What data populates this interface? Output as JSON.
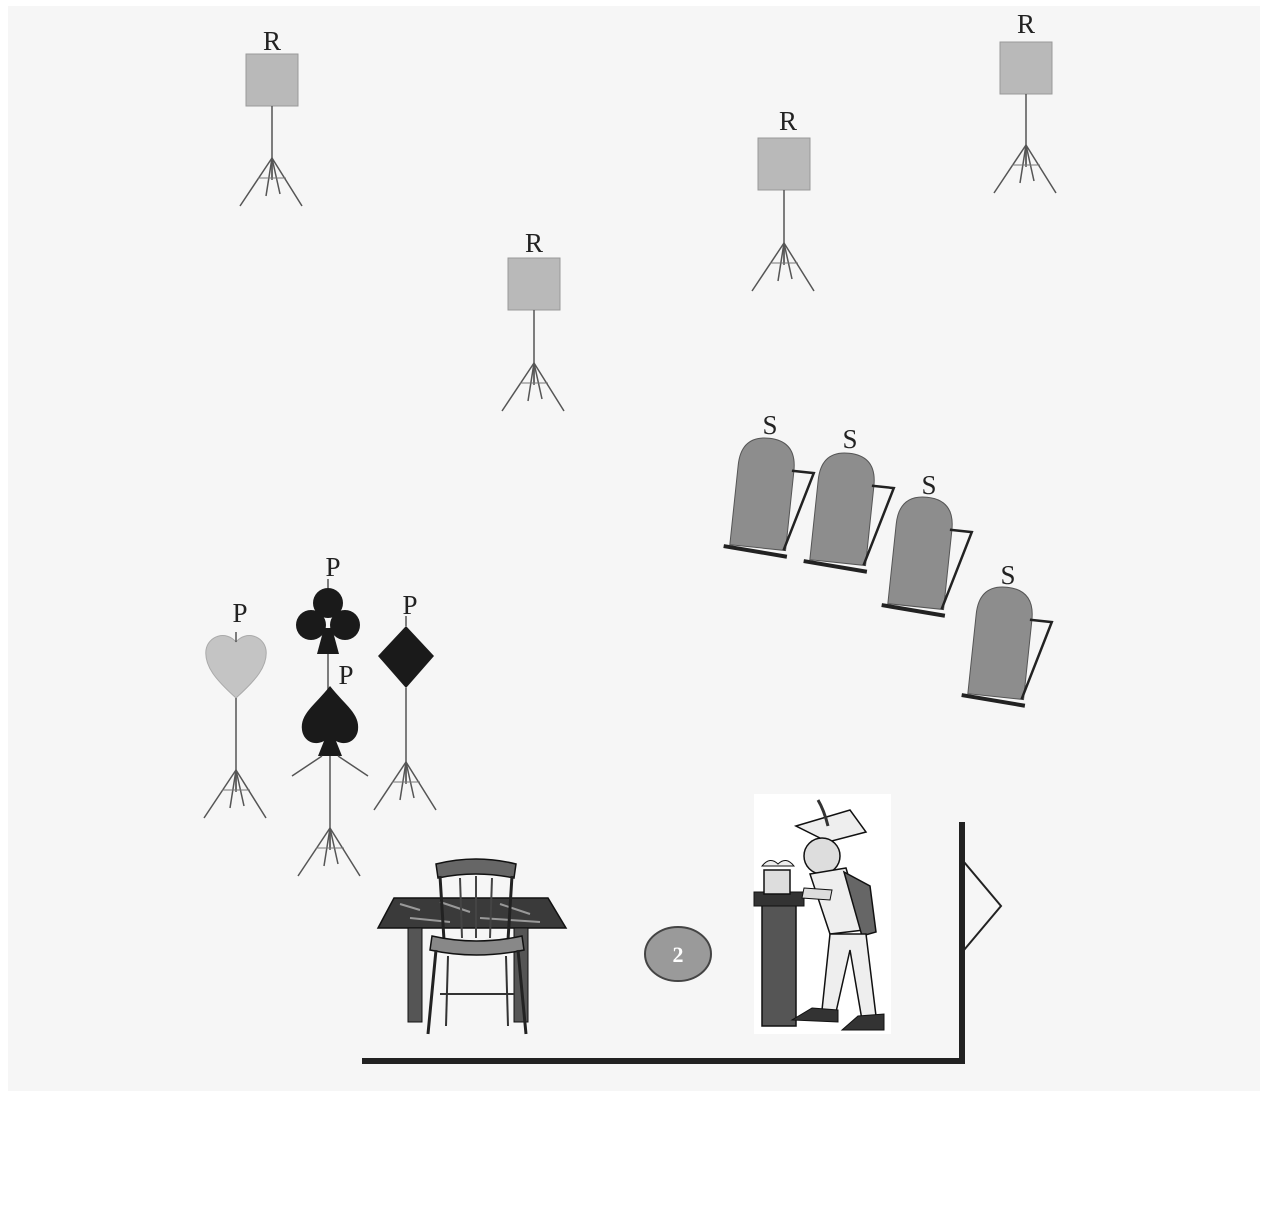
{
  "labels": {
    "reading_stand": "R",
    "slot_machine": "S",
    "poker_sign": "P",
    "round_marker": "2"
  },
  "icons": {
    "reading_stand": "square-sign-on-tripod-icon",
    "slot_machine": "gravestone-slot-icon",
    "heart": "heart-icon",
    "club": "club-icon",
    "spade": "spade-icon",
    "diamond": "diamond-icon",
    "table_chair": "table-and-chair-icon",
    "cowboy": "cowboy-at-bar-icon",
    "door": "door-triangle-icon"
  },
  "colors": {
    "background": "#f6f6f6",
    "sign_gray": "#b9b9b9",
    "slot_gray": "#8d8d8d",
    "heart_gray": "#c4c4c4",
    "dark_suit": "#1a1a1a",
    "marker_fill": "#9a9a9a",
    "wall": "#222222"
  }
}
